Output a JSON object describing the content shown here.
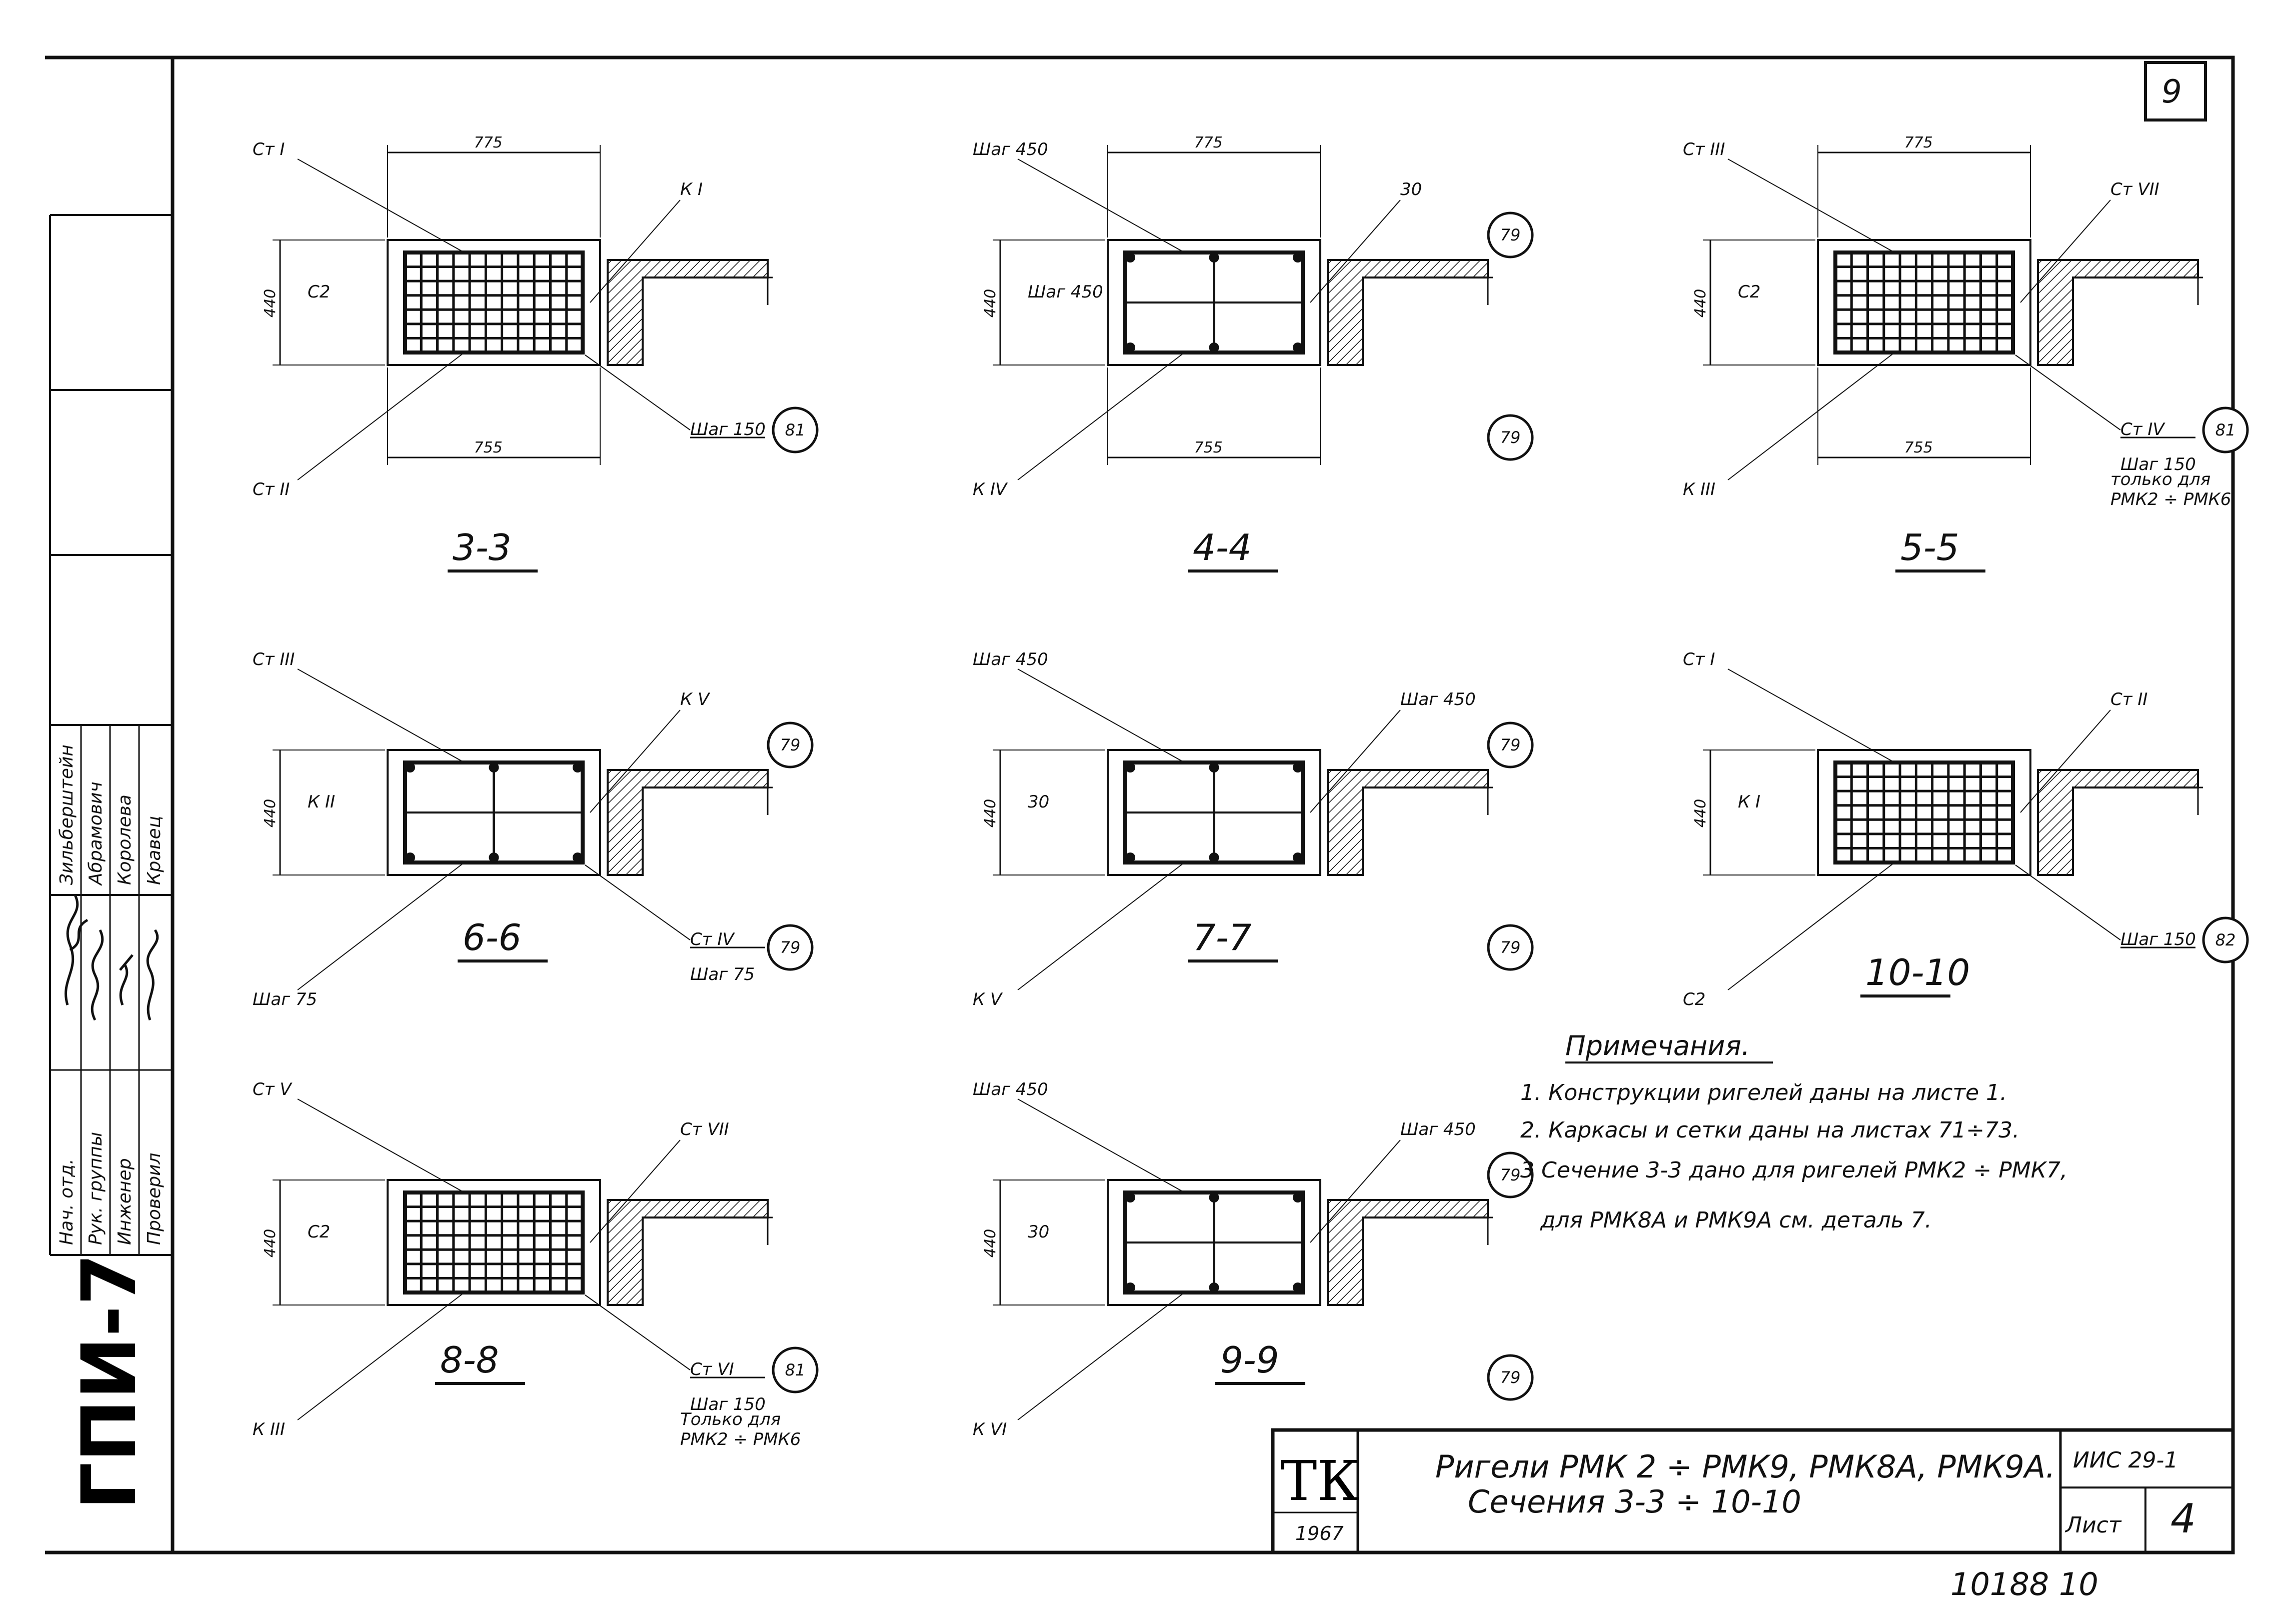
{
  "sheet_number": "9",
  "side_stamp": "ГПИ-7",
  "signatures": {
    "roles": [
      "Нач. отд.",
      "Рук. группы",
      "Инженер",
      "Проверил"
    ],
    "names": [
      "Зильберштейн",
      "Абрамович",
      "Королева",
      "Кравец"
    ]
  },
  "sections": [
    {
      "id": "3-3",
      "title": "3-3",
      "height": "440",
      "width_top": "775",
      "width_bottom": "755",
      "mesh": true,
      "labels": [
        "Ст I",
        "Ст II",
        "С2",
        "К I",
        "Шаг 150"
      ],
      "ref": "81"
    },
    {
      "id": "4-4",
      "title": "4-4",
      "height": "440",
      "width_top": "775",
      "width_bottom": "755",
      "mesh": false,
      "labels": [
        "Шаг 450",
        "К IV",
        "Шаг 450",
        "30"
      ],
      "refs": [
        "79",
        "79"
      ]
    },
    {
      "id": "5-5",
      "title": "5-5",
      "height": "440",
      "width_top": "775",
      "width_bottom": "755",
      "mesh": true,
      "labels": [
        "Ст III",
        "К III",
        "С2",
        "Ст VII",
        "Ст IV",
        "Шаг 150",
        "только для",
        "РМК2 ÷ РМК6"
      ],
      "ref": "81"
    },
    {
      "id": "6-6",
      "title": "6-6",
      "height": "440",
      "mesh": false,
      "labels": [
        "Ст III",
        "Шаг 75",
        "К II",
        "К V",
        "Ст IV",
        "Шаг 75"
      ],
      "refs": [
        "79",
        "79"
      ]
    },
    {
      "id": "7-7",
      "title": "7-7",
      "height": "440",
      "mesh": false,
      "labels": [
        "Шаг 450",
        "К V",
        "30",
        "Шаг 450"
      ],
      "refs": [
        "79",
        "79"
      ]
    },
    {
      "id": "10-10",
      "title": "10-10",
      "height": "440",
      "mesh": true,
      "labels": [
        "Ст I",
        "С2",
        "К I",
        "Ст II",
        "Шаг 150"
      ],
      "ref": "82"
    },
    {
      "id": "8-8",
      "title": "8-8",
      "height": "440",
      "mesh": true,
      "labels": [
        "Ст V",
        "К III",
        "С2",
        "Ст VII",
        "Ст VI",
        "Шаг 150",
        "Только для",
        "РМК2 ÷ РМК6"
      ],
      "ref": "81"
    },
    {
      "id": "9-9",
      "title": "9-9",
      "height": "440",
      "mesh": false,
      "labels": [
        "Шаг 450",
        "К VI",
        "30",
        "Шаг 450"
      ],
      "refs": [
        "79",
        "79"
      ]
    }
  ],
  "notes": {
    "heading": "Примечания.",
    "items": [
      "1. Конструкции ригелей даны на листе 1.",
      "2. Каркасы и сетки даны на листах 71÷73.",
      "3 Сечение 3-3 дано для ригелей РМК2 ÷ РМК7,",
      "для РМК8А и РМК9А см. деталь 7."
    ]
  },
  "title_block": {
    "stamp": "ТК",
    "year": "1967",
    "title_line1": "Ригели РМК 2 ÷ РМК9, РМК8А, РМК9А.",
    "title_line2": "Сечения 3-3 ÷ 10-10",
    "series": "ИИС 29-1",
    "sheet_label": "Лист",
    "sheet_number": "4"
  },
  "archive_number": "10188 10"
}
